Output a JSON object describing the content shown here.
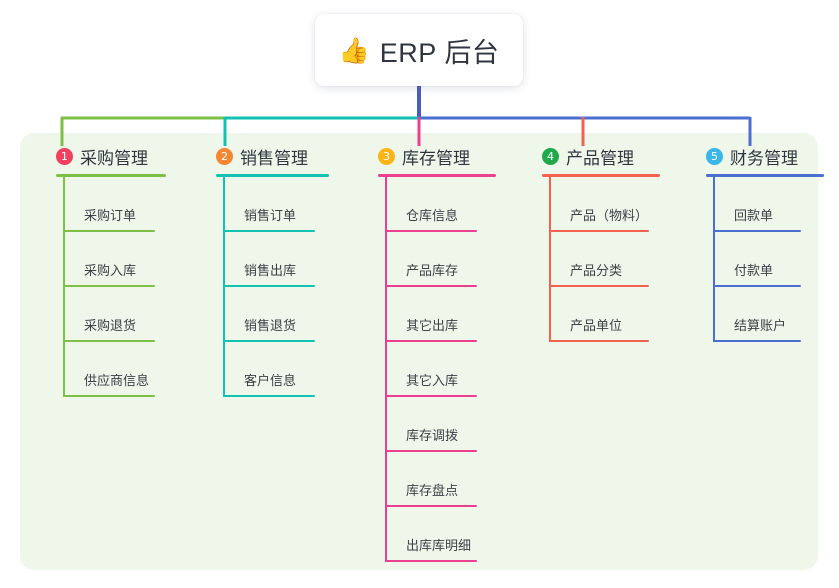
{
  "root": {
    "icon": "thumbs-up-emoji",
    "emoji": "👍",
    "title": "ERP 后台"
  },
  "diagram": {
    "type": "mind-map",
    "panel_color": "#eff7ea",
    "root_stem_color": "#4a5bc4"
  },
  "branches": [
    {
      "index": "1",
      "title": "采购管理",
      "badge_color": "#ef4060",
      "line_color": "#7cc045",
      "items": [
        {
          "label": "采购订单"
        },
        {
          "label": "采购入库"
        },
        {
          "label": "采购退货"
        },
        {
          "label": "供应商信息"
        }
      ]
    },
    {
      "index": "2",
      "title": "销售管理",
      "badge_color": "#f58634",
      "line_color": "#12c2b0",
      "items": [
        {
          "label": "销售订单"
        },
        {
          "label": "销售出库"
        },
        {
          "label": "销售退货"
        },
        {
          "label": "客户信息"
        }
      ]
    },
    {
      "index": "3",
      "title": "库存管理",
      "badge_color": "#fbb517",
      "line_color": "#ec3f8f",
      "items": [
        {
          "label": "仓库信息"
        },
        {
          "label": "产品库存"
        },
        {
          "label": "其它出库"
        },
        {
          "label": "其它入库"
        },
        {
          "label": "库存调拨"
        },
        {
          "label": "库存盘点"
        },
        {
          "label": "出库库明细"
        }
      ]
    },
    {
      "index": "4",
      "title": "产品管理",
      "badge_color": "#21a84a",
      "line_color": "#f4614f",
      "items": [
        {
          "label": "产品（物料）"
        },
        {
          "label": "产品分类"
        },
        {
          "label": "产品单位"
        }
      ]
    },
    {
      "index": "5",
      "title": "财务管理",
      "badge_color": "#3ab6e8",
      "line_color": "#4a6fd0",
      "items": [
        {
          "label": "回款单"
        },
        {
          "label": "付款单"
        },
        {
          "label": "结算账户"
        }
      ]
    }
  ]
}
